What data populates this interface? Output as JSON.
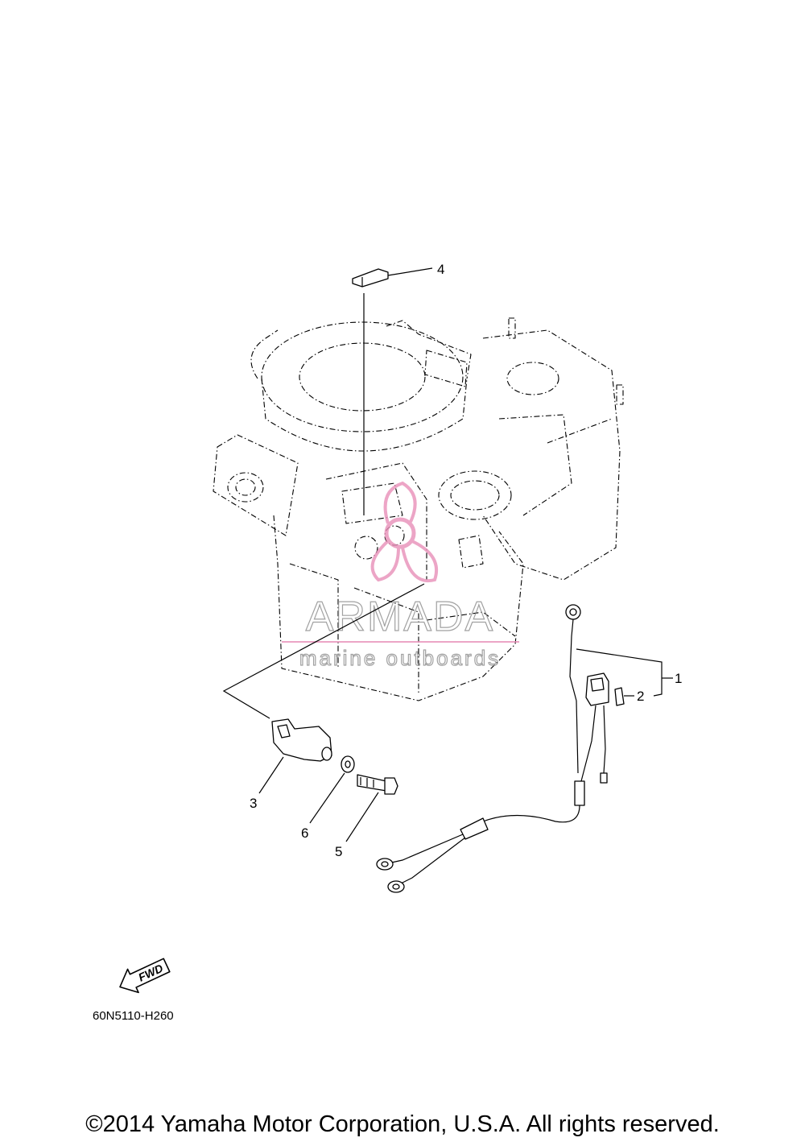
{
  "callouts": {
    "c1": "1",
    "c2": "2",
    "c3": "3",
    "c4": "4",
    "c5": "5",
    "c6": "6"
  },
  "fwd_label": "FWD",
  "watermark": {
    "brand": "ARMADA",
    "tagline": "marine outboards",
    "accent_color": "#e88fb8"
  },
  "diagram_code": "60N5110-H260",
  "copyright": "©2014 Yamaha Motor Corporation, U.S.A. All rights reserved."
}
